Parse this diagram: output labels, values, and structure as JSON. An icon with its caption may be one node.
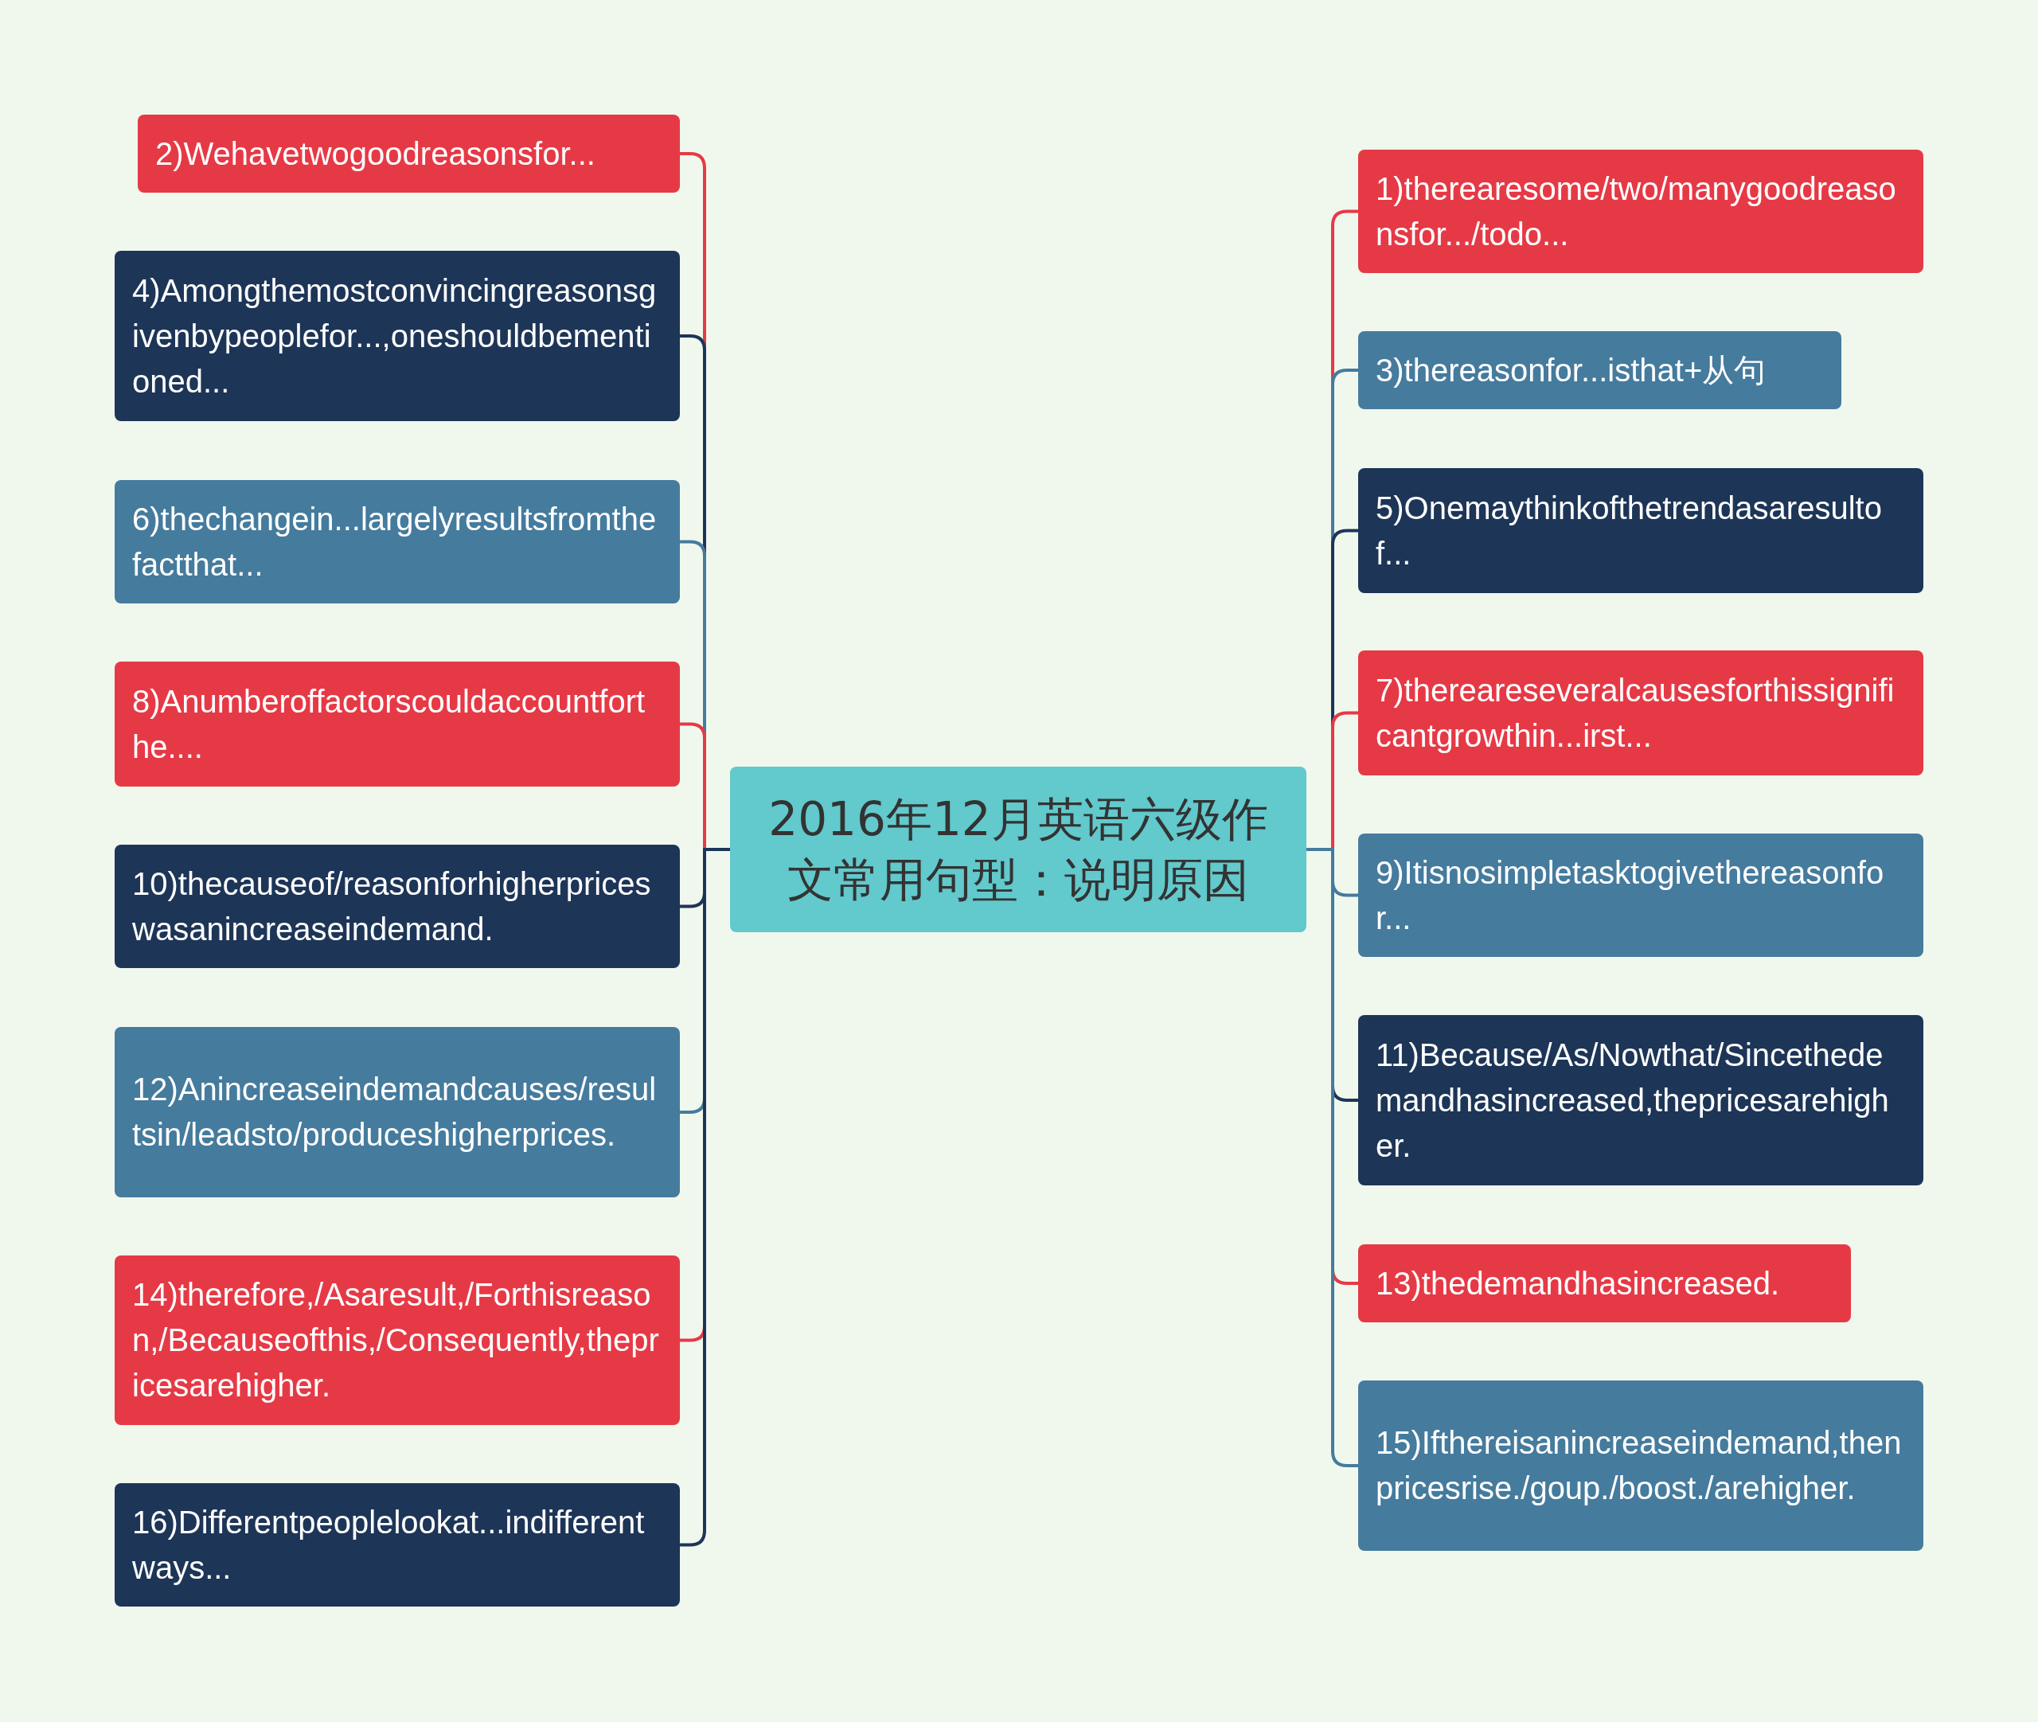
{
  "diagram": {
    "nodes": [
      {
        "text": [
          "2016年12月英语六级作文常用句型：说明原因"
        ]
      },
      {
        "text": [
          "2)Wehavetwogoodreasonsfor..."
        ]
      },
      {
        "text": [
          "4)Amongthemostconvincingreasonsgivenbypeoplefor...,oneshouldbementioned..."
        ]
      },
      {
        "text": [
          "6)thechangein...largelyresultsfromthefactthat..."
        ]
      },
      {
        "text": [
          "8)Anumberoffactorscouldaccountforthe...."
        ]
      },
      {
        "text": [
          "10)thecauseof/reasonforhigherpriceswasanincreaseindemand."
        ]
      },
      {
        "text": [
          "12)Anincreaseindemandcauses/resultsin/leadsto/produceshigherprices."
        ]
      },
      {
        "text": [
          "14)therefore,/Asaresult,/Forthisreason,/Becauseofthis,/Consequently,thepricesarehigher."
        ]
      },
      {
        "text": [
          "16)Differentpeoplelookat...indifferentways..."
        ]
      },
      {
        "text": [
          "1)therearesome/two/manygoodreasonsfor.../todo..."
        ]
      },
      {
        "text": [
          "3)thereasonfor...isthat+从句"
        ]
      },
      {
        "text": [
          "5)Onemaythinkofthetrendasaresultof..."
        ]
      },
      {
        "text": [
          "7)thereareseveralcausesforthissignificantgrowthin...irst..."
        ]
      },
      {
        "text": [
          "9)Itisnosimpletasktogivethereasonfor..."
        ]
      },
      {
        "text": [
          "11)Because/As/Nowthat/Sincethedemandhasincreased,thepricesarehigher."
        ]
      },
      {
        "text": [
          "13)thedemandhasincreased."
        ]
      },
      {
        "text": [
          "15)Ifthereisanincreaseindemand,thenpricesrise./goup./boost./arehigher."
        ]
      }
    ],
    "edges": [
      {
        "from": 0,
        "to": 1,
        "arrow": "none",
        "color": "#e63946"
      },
      {
        "from": 0,
        "to": 2,
        "arrow": "none",
        "color": "#1d3557"
      },
      {
        "from": 0,
        "to": 3,
        "arrow": "none",
        "color": "#457b9d"
      },
      {
        "from": 0,
        "to": 4,
        "arrow": "none",
        "color": "#e63946"
      },
      {
        "from": 0,
        "to": 5,
        "arrow": "none",
        "color": "#1d3557"
      },
      {
        "from": 0,
        "to": 6,
        "arrow": "none",
        "color": "#457b9d"
      },
      {
        "from": 0,
        "to": 7,
        "arrow": "none",
        "color": "#e63946"
      },
      {
        "from": 0,
        "to": 8,
        "arrow": "none",
        "color": "#1d3557"
      },
      {
        "from": 0,
        "to": 9,
        "arrow": "none",
        "color": "#e63946"
      },
      {
        "from": 0,
        "to": 10,
        "arrow": "none",
        "color": "#457b9d"
      },
      {
        "from": 0,
        "to": 11,
        "arrow": "none",
        "color": "#1d3557"
      },
      {
        "from": 0,
        "to": 12,
        "arrow": "none",
        "color": "#e63946"
      },
      {
        "from": 0,
        "to": 13,
        "arrow": "none",
        "color": "#457b9d"
      },
      {
        "from": 0,
        "to": 14,
        "arrow": "none",
        "color": "#1d3557"
      },
      {
        "from": 0,
        "to": 15,
        "arrow": "none",
        "color": "#e63946"
      },
      {
        "from": 0,
        "to": 16,
        "arrow": "none",
        "color": "#457b9d"
      }
    ]
  }
}
